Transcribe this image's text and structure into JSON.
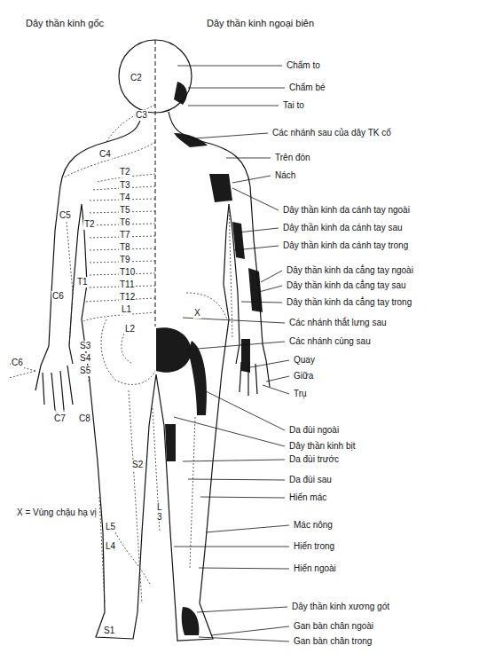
{
  "diagram": {
    "labels": [
      "Dây thần kinh gốc",
      "Dây thần kinh ngoại biên",
      "Chẩm to",
      "C2",
      "Chẩm bé",
      "Tai to",
      "C3",
      "Các nhánh sau của dây TK cổ",
      "C4",
      "Trên đòn",
      "T2",
      "Nách",
      "T3",
      "T4",
      "T5",
      "C5",
      "T2",
      "T6",
      "T7",
      "T8",
      "T9",
      "T10",
      "T11",
      "T12",
      "T1",
      "C6",
      "L1",
      "L2",
      "X",
      "S3",
      "S4",
      "S5",
      "C6",
      "C7",
      "C8",
      "S2",
      "L3",
      "L5",
      "L4",
      "S1",
      "X = Vùng chậu hạ vị",
      "Dây thần kinh da cánh tay ngoài",
      "Dây thần kinh da cánh tay sau",
      "Dây thần kinh da cánh tay trong",
      "Dây thần kinh da cẳng tay ngoài",
      "Dây thần kinh da cẳng tay sau",
      "Dây thần kinh da cẳng tay trong",
      "Các nhánh thắt lưng sau",
      "Các nhánh cùng sau",
      "Quay",
      "Giữa",
      "Trụ",
      "Da đùi ngoài",
      "Dây thần kinh bịt",
      "Da đùi trước",
      "Da đùi sau",
      "Hiển mác",
      "Mác nông",
      "Hiển trong",
      "Hiển ngoài",
      "Dây thần kinh xương gót",
      "Gan bàn chân ngoài",
      "Gan bàn chân trong"
    ]
  }
}
